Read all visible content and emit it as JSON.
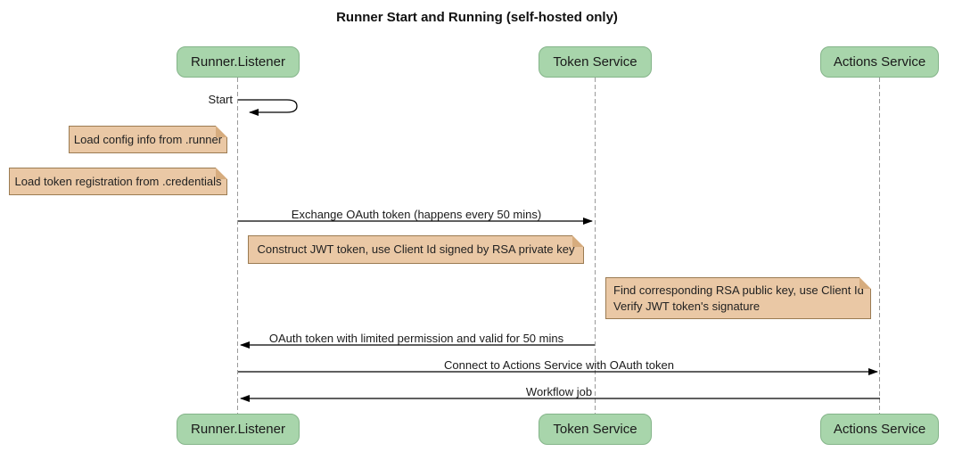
{
  "diagram": {
    "title": "Runner Start and Running (self-hosted only)"
  },
  "participants": [
    {
      "name": "Runner.Listener"
    },
    {
      "name": "Token Service"
    },
    {
      "name": "Actions Service"
    }
  ],
  "messages": {
    "start": "Start",
    "exchange_oauth": "Exchange OAuth token (happens every 50 mins)",
    "oauth_return": "OAuth token with limited permission and valid for 50 mins",
    "connect_actions": "Connect to Actions Service with OAuth token",
    "workflow_job": "Workflow job"
  },
  "notes": {
    "load_config": "Load config info from .runner",
    "load_credentials": "Load token registration from .credentials",
    "construct_jwt": "Construct JWT token, use Client Id signed by RSA private key",
    "find_rsa_line1": "Find corresponding RSA public key, use Client Id",
    "find_rsa_line2": "Verify JWT token's signature"
  },
  "colors": {
    "participant_fill": "#a8d5ab",
    "participant_border": "#84b489",
    "note_fill": "#eac8a5",
    "note_border": "#9b7b52",
    "lifeline": "#9a9a9a",
    "arrow": "#000000",
    "background": "#ffffff"
  }
}
